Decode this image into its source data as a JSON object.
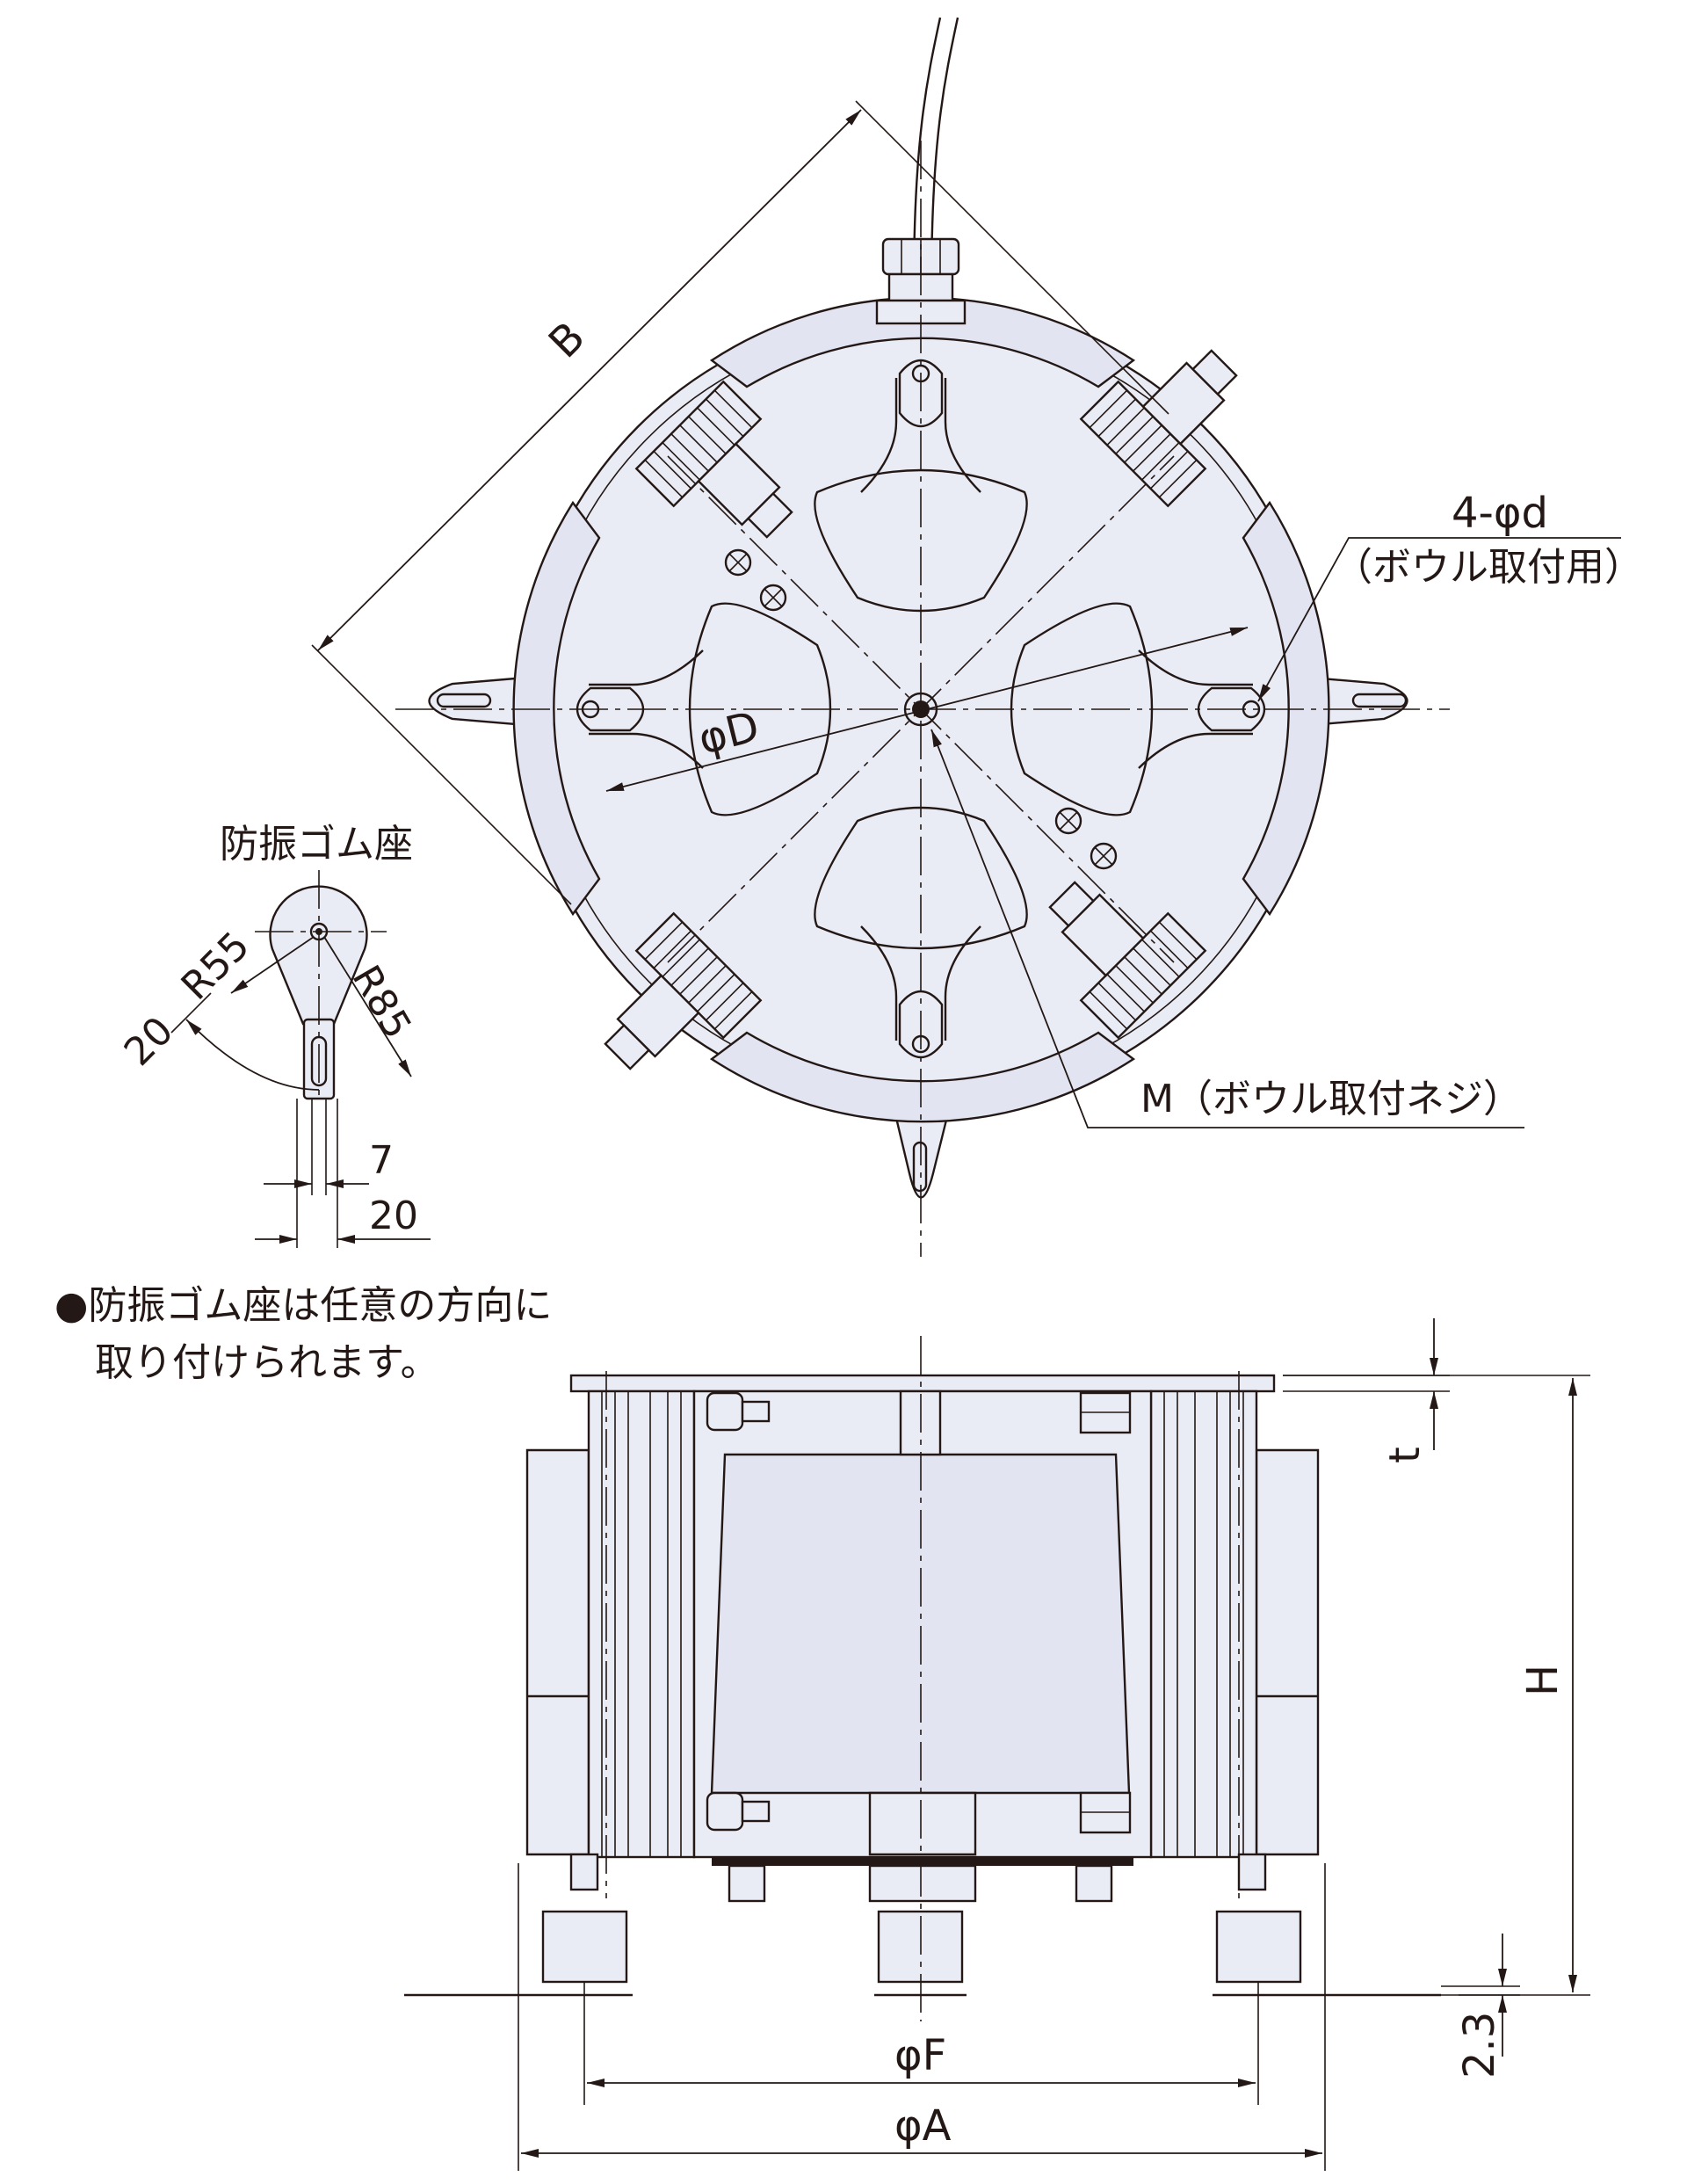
{
  "labels": {
    "B": "B",
    "phiD": "φD",
    "hole": "4-φd",
    "hole_note": "（ボウル取付用）",
    "screw": "M（ボウル取付ネジ）",
    "rubber_title": "防振ゴム座",
    "r55": "R55",
    "r85": "R85",
    "dim20a": "20",
    "dim7": "7",
    "dim20b": "20",
    "note_line1": "●防振ゴム座は任意の方向に",
    "note_line2": "取り付けられます。",
    "t": "t",
    "H": "H",
    "dim23": "2.3",
    "phiF": "φF",
    "phiA": "φA"
  },
  "colors": {
    "line": "#231815",
    "body_fill": "#eaecf5",
    "background": "#ffffff"
  }
}
